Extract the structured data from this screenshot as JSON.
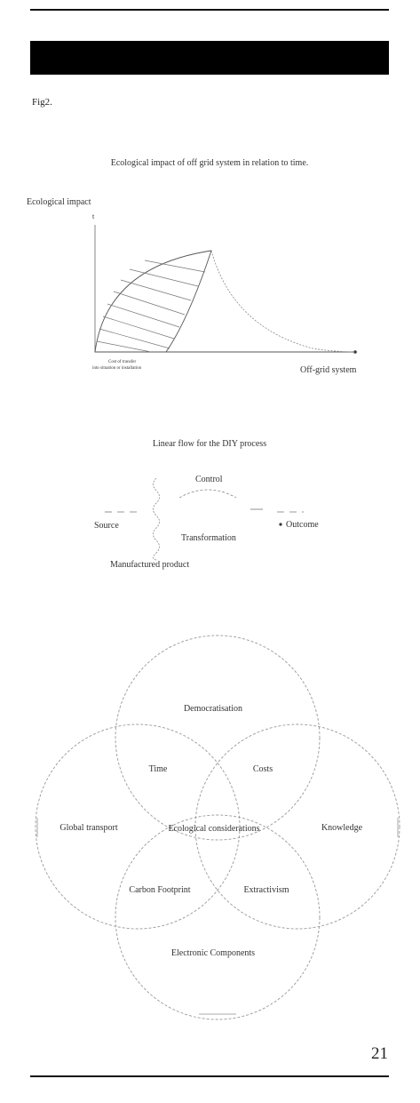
{
  "page": {
    "fig_label": "Fig2.",
    "page_number": "21"
  },
  "graph": {
    "title": "Ecological impact of off grid system in relation to time.",
    "ylabel": "Ecological impact",
    "xlabel": "Off-grid system",
    "annotation_line1": "Cost of transfer",
    "annotation_line2": "into situation or installation"
  },
  "flow": {
    "title": "Linear flow for the DIY process",
    "control": "Control",
    "source": "Source",
    "transformation": "Transformation",
    "outcome": "Outcome",
    "manufactured": "Manufactured product"
  },
  "venn": {
    "top": "Democratisation",
    "left": "Global transport",
    "right": "Knowledge",
    "bottom": "Electronic Components",
    "upper_left": "Time",
    "upper_right": "Costs",
    "center": "Ecological considerations",
    "lower_left": "Carbon Footprint",
    "lower_right": "Extractivism"
  }
}
